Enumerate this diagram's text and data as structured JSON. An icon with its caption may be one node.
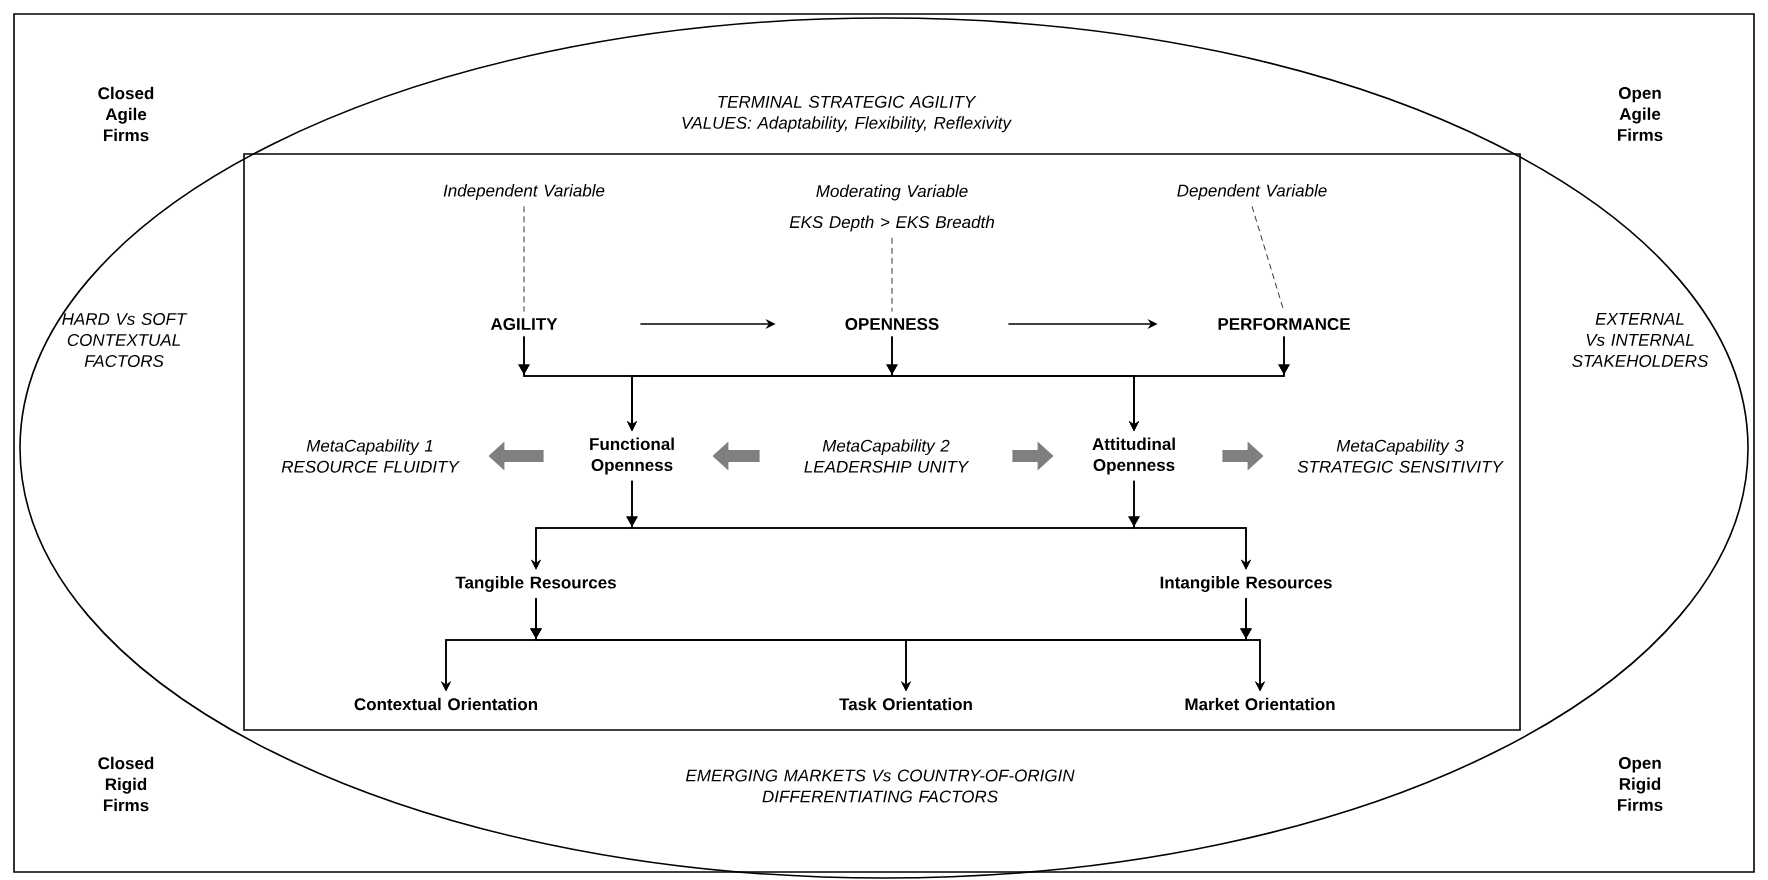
{
  "diagram": {
    "nodes": [
      {
        "text": [
          "Independent Variable"
        ]
      },
      {
        "text": [
          "Moderating Variable",
          "EKS Depth > EKS Breadth"
        ]
      },
      {
        "text": [
          "Dependent Variable"
        ]
      },
      {
        "text": [
          "AGILITY"
        ]
      },
      {
        "text": [
          "OPENNESS"
        ]
      },
      {
        "text": [
          "PERFORMANCE"
        ]
      },
      {
        "text": [
          "MetaCapability 1 RESOURCE FLUIDITY"
        ]
      },
      {
        "text": [
          "Functional Openness"
        ]
      },
      {
        "text": [
          "MetaCapability 2 LEADERSHIP UNITY"
        ]
      },
      {
        "text": [
          "Attitudinal Openness"
        ]
      },
      {
        "text": [
          "MetaCapability 3 STRATEGIC SENSITIVITY"
        ]
      },
      {
        "text": [
          "Tangible Resources"
        ]
      },
      {
        "text": [
          "Intangible Resources"
        ]
      },
      {
        "text": [
          "Contextual Orientation"
        ]
      },
      {
        "text": [
          "Task Orientation"
        ]
      },
      {
        "text": [
          "Market Orientation"
        ]
      }
    ],
    "edges": [
      {
        "from": 0,
        "to": 3,
        "arrow": "none",
        "style": "dashed"
      },
      {
        "from": 1,
        "to": 4,
        "arrow": "none",
        "style": "dashed"
      },
      {
        "from": 2,
        "to": 5,
        "arrow": "none",
        "style": "dashed"
      },
      {
        "from": 3,
        "to": 4,
        "arrow": "to"
      },
      {
        "from": 4,
        "to": 5,
        "arrow": "to"
      },
      {
        "from": 3,
        "to": 7,
        "arrow": "to"
      },
      {
        "from": 3,
        "to": 9,
        "arrow": "to"
      },
      {
        "from": 4,
        "to": 7,
        "arrow": "to"
      },
      {
        "from": 4,
        "to": 9,
        "arrow": "to"
      },
      {
        "from": 5,
        "to": 7,
        "arrow": "to"
      },
      {
        "from": 5,
        "to": 9,
        "arrow": "to"
      },
      {
        "from": 8,
        "to": 7,
        "arrow": "to",
        "style": "thick",
        "color": "#7f7f7f"
      },
      {
        "from": 8,
        "to": 9,
        "arrow": "to",
        "style": "thick",
        "color": "#7f7f7f"
      },
      {
        "from": 7,
        "to": 6,
        "arrow": "to",
        "style": "thick",
        "color": "#7f7f7f"
      },
      {
        "from": 9,
        "to": 10,
        "arrow": "to",
        "style": "thick",
        "color": "#7f7f7f"
      },
      {
        "from": 7,
        "to": 11,
        "arrow": "to"
      },
      {
        "from": 7,
        "to": 12,
        "arrow": "to"
      },
      {
        "from": 9,
        "to": 11,
        "arrow": "to"
      },
      {
        "from": 9,
        "to": 12,
        "arrow": "to"
      },
      {
        "from": 11,
        "to": 13,
        "arrow": "to"
      },
      {
        "from": 11,
        "to": 14,
        "arrow": "to"
      },
      {
        "from": 11,
        "to": 15,
        "arrow": "to"
      },
      {
        "from": 12,
        "to": 13,
        "arrow": "to"
      },
      {
        "from": 12,
        "to": 14,
        "arrow": "to"
      },
      {
        "from": 12,
        "to": 15,
        "arrow": "to"
      }
    ],
    "labels": [
      "Closed Agile Firms",
      "TERMINAL STRATEGIC AGILITY VALUES: Adaptability, Flexibility, Reflexivity",
      "Open Agile Firms",
      "HARD Vs SOFT CONTEXTUAL FACTORS",
      "EXTERNAL Vs INTERNAL STAKEHOLDERS",
      "Closed Rigid Firms",
      "EMERGING MARKETS Vs COUNTRY-OF-ORIGIN DIFFERENTIATING FACTORS",
      "Open Rigid Firms"
    ]
  }
}
